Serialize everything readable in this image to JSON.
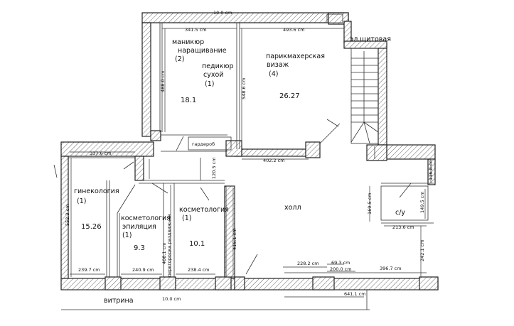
{
  "rooms": {
    "manicure": {
      "line1": "маникюр",
      "line2": "наращивание",
      "count": "(2)"
    },
    "pedicure": {
      "line1": "педикюр",
      "line2": "сухой",
      "count": "(1)",
      "area": "18.1"
    },
    "hair": {
      "line1": "парикмахерская",
      "line2": "визаж",
      "count": "(4)",
      "area": "26.27"
    },
    "electrical": {
      "label": "эл.щитовая"
    },
    "gynecology": {
      "label": "гинекология",
      "count": "(1)",
      "area": "15.26"
    },
    "cosmetology_epilation": {
      "line1": "косметология",
      "line2": "эпиляция",
      "count": "(1)",
      "area": "9.3"
    },
    "cosmetology": {
      "label": "косметология",
      "count": "(1)",
      "area": "10.1"
    },
    "hall": {
      "label": "холл"
    },
    "bathroom": {
      "label": "с/у"
    },
    "wardrobe": {
      "label": "гардероб"
    },
    "storefront": {
      "label": "витрина"
    },
    "partition_note": {
      "label": "перегородка раздвижная"
    }
  },
  "dimensions": {
    "top_outer": "10.0 cm",
    "top_left": "341.5 cm",
    "top_right": "493.6 cm",
    "manicure_height": "488.0 cm",
    "hair_height": "548.6 cm",
    "hair_bottom": "402.2 cm",
    "gyn_top": "337.6 cm",
    "gyn_height": "552.3 cm",
    "corridor_small": "120.5 cm",
    "cosmo_height": "408.1 cm",
    "cosmo_right": "415.1 cm",
    "gyn_bottom": "239.7 cm",
    "epil_bottom": "240.9 cm",
    "cosmo_bottom": "238.4 cm",
    "hall_a": "228.2 cm",
    "hall_b": "69.3 cm",
    "hall_c": "200.0 cm",
    "hall_d": "396.7 cm",
    "hall_right": "242.1 cm",
    "hall_e": "641.1 cm",
    "bath_height": "169.5 cm",
    "bath_top": "116.8 cm",
    "bath_inner": "149.5 cm",
    "bath_bottom": "213.6 cm",
    "bottom_outer": "10.0 cm"
  }
}
